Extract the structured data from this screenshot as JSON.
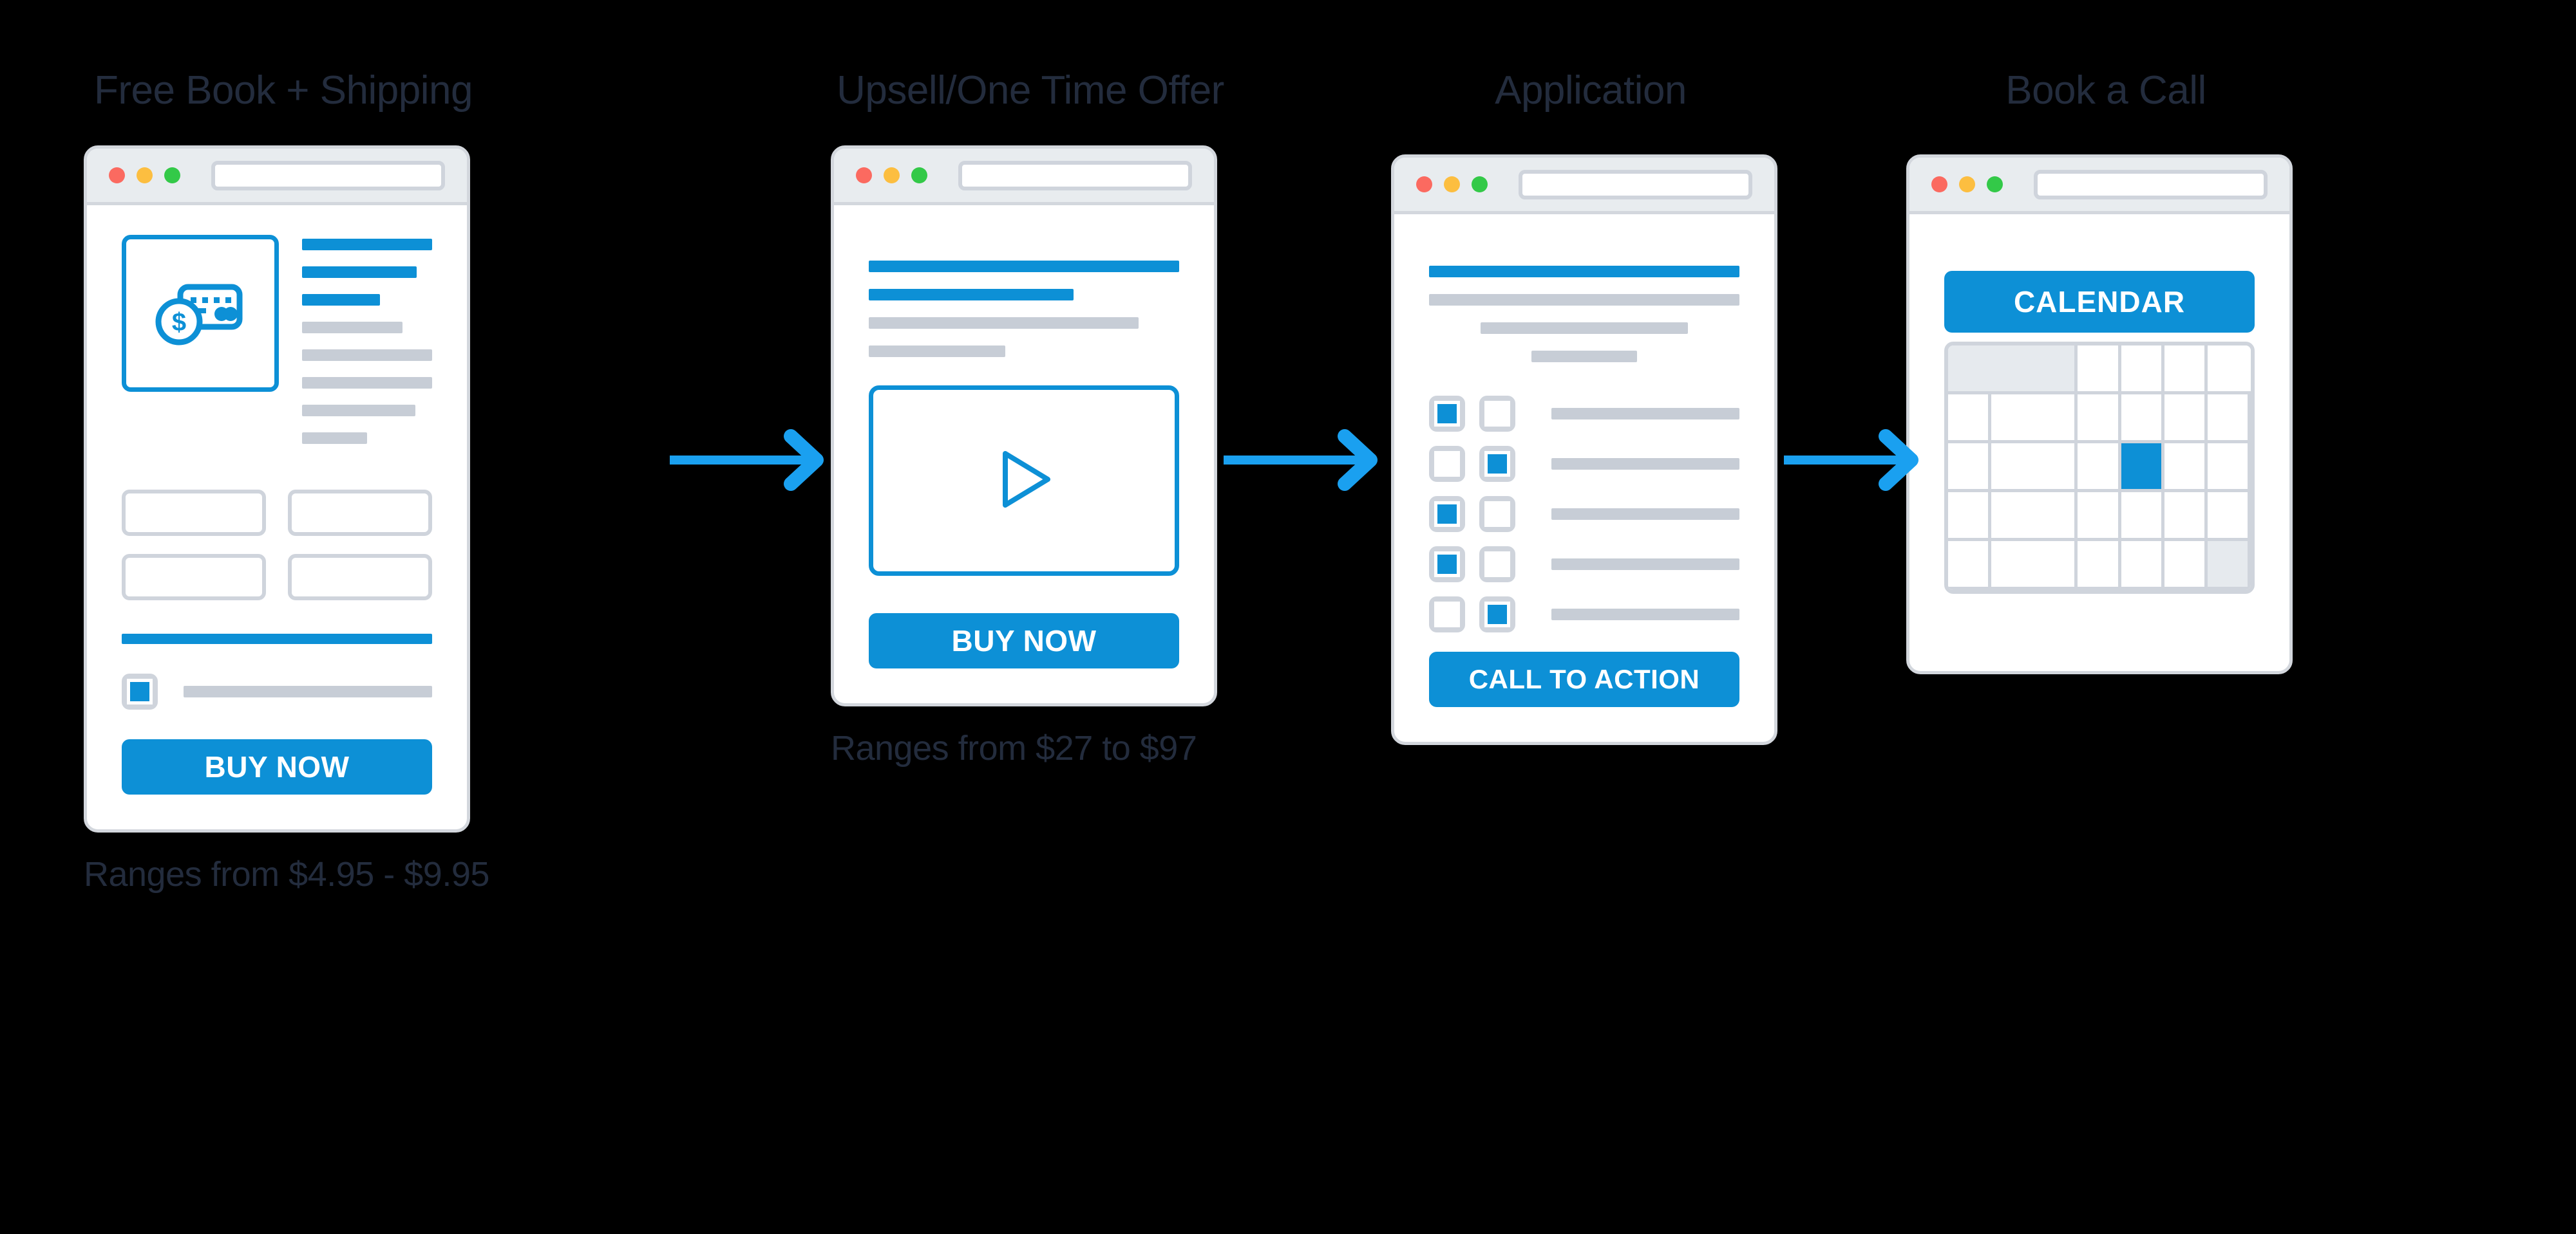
{
  "theme": {
    "accent_blue": "#0d90d6",
    "gray_bar": "#c7cdd6",
    "border_gray": "#cfd4dc",
    "chrome_gray": "#e8ecef",
    "title_color": "#232c3d",
    "dot_red": "#fb6a60",
    "dot_yellow": "#fcbe40",
    "dot_green": "#33c948"
  },
  "steps": [
    {
      "id": "free-book-shipping",
      "title": "Free Book + Shipping",
      "caption": "Ranges from $4.95 - $9.95",
      "cta_label": "BUY NOW",
      "icon": "credit-card-dollar-icon",
      "text_lines": [
        {
          "color": "blue",
          "width": "100%"
        },
        {
          "color": "blue",
          "width": "88%"
        },
        {
          "color": "blue",
          "width": "60%"
        },
        {
          "color": "gray",
          "width": "77%"
        },
        {
          "color": "gray",
          "width": "100%"
        },
        {
          "color": "gray",
          "width": "100%"
        },
        {
          "color": "gray",
          "width": "87%"
        },
        {
          "color": "gray",
          "width": "50%"
        }
      ],
      "input_count": 4,
      "checkbox_checked": true
    },
    {
      "id": "upsell-one-time-offer",
      "title": "Upsell/One Time Offer",
      "caption": "Ranges from $27 to $97",
      "cta_label": "BUY NOW",
      "media": "video-play-icon",
      "text_lines": [
        {
          "color": "blue",
          "width": "100%"
        },
        {
          "color": "blue",
          "width": "66%"
        },
        {
          "color": "gray",
          "width": "87%"
        },
        {
          "color": "gray",
          "width": "44%"
        }
      ]
    },
    {
      "id": "application",
      "title": "Application",
      "caption": "",
      "cta_label": "CALL TO ACTION",
      "text_lines": [
        {
          "color": "blue",
          "width": "100%",
          "align": "left"
        },
        {
          "color": "gray",
          "width": "100%",
          "align": "left"
        },
        {
          "color": "gray",
          "width": "67%",
          "align": "center"
        },
        {
          "color": "gray",
          "width": "34%",
          "align": "center"
        }
      ],
      "checkbox_rows": [
        {
          "left_checked": true,
          "right_checked": false,
          "line_width": "100%"
        },
        {
          "left_checked": false,
          "right_checked": true,
          "line_width": "80%"
        },
        {
          "left_checked": true,
          "right_checked": false,
          "line_width": "93%"
        },
        {
          "left_checked": true,
          "right_checked": false,
          "line_width": "73%"
        },
        {
          "left_checked": false,
          "right_checked": true,
          "line_width": "100%"
        }
      ]
    },
    {
      "id": "book-a-call",
      "title": "Book a Call",
      "caption": "",
      "calendar": {
        "header_label": "CALENDAR",
        "columns": 7,
        "rows": 5,
        "header_span_cells": 3,
        "selected_cell": {
          "row": 3,
          "col": 5
        },
        "muted_cell": {
          "row": 5,
          "col": 7
        }
      }
    }
  ],
  "arrows": [
    {
      "id": "arrow-1",
      "from": "free-book-shipping",
      "to": "upsell-one-time-offer"
    },
    {
      "id": "arrow-2",
      "from": "upsell-one-time-offer",
      "to": "application"
    },
    {
      "id": "arrow-3",
      "from": "application",
      "to": "book-a-call"
    }
  ]
}
